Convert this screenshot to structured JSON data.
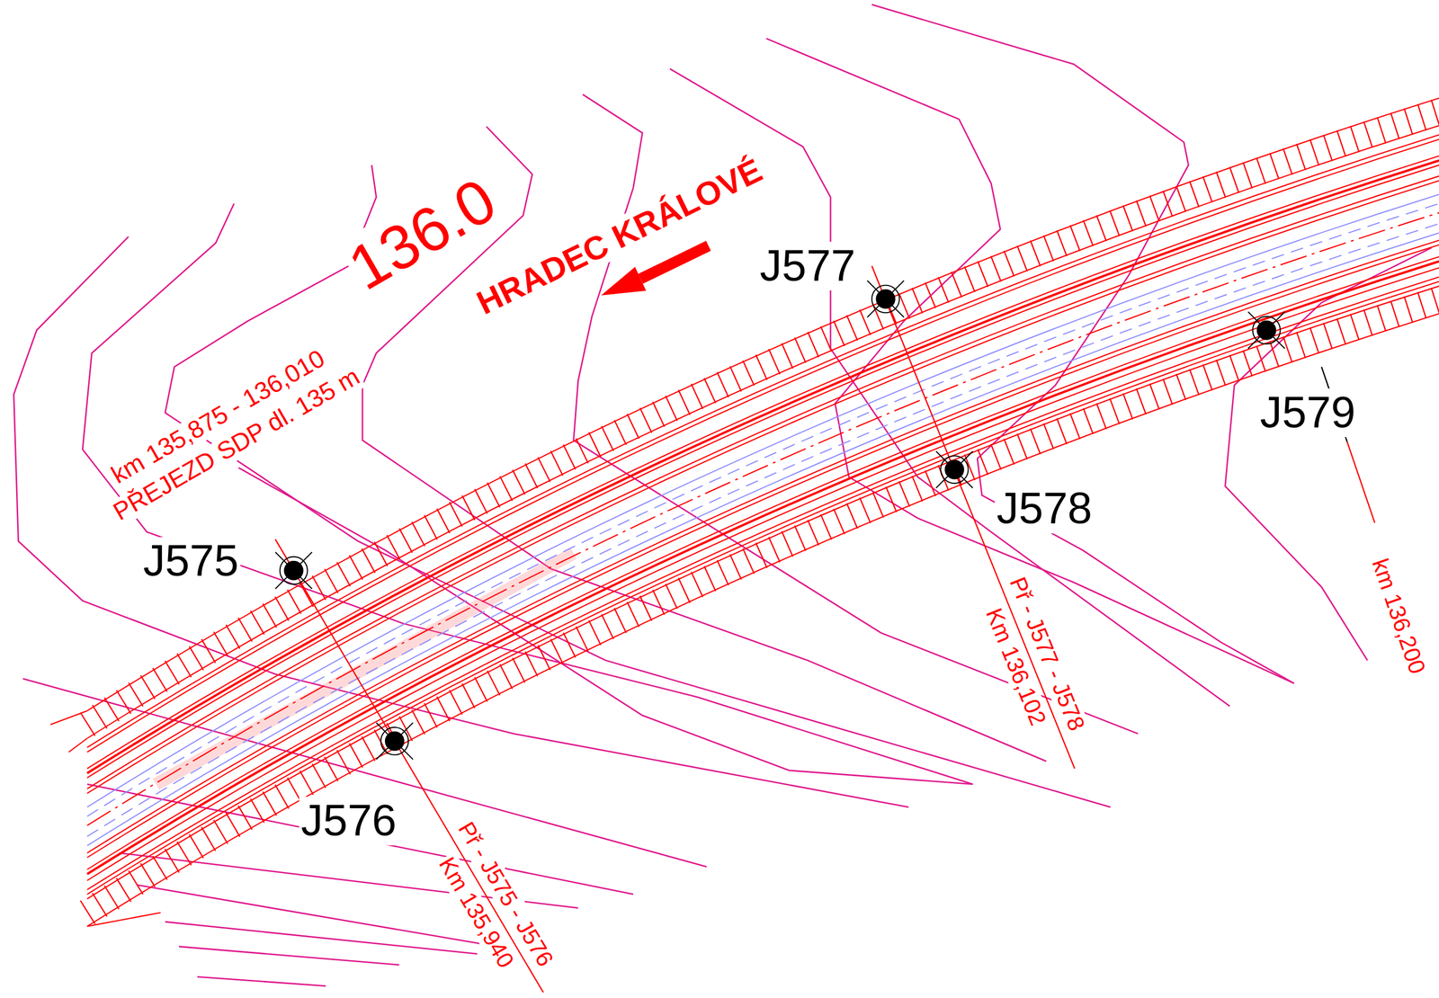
{
  "diagram": {
    "labels": [
      "136.0",
      "HRADEC KRÁLOVÉ",
      "J577",
      "km 135,875 - 136,010",
      "PŘEJEZD SDP dl. 135 m",
      "J579",
      "J578",
      "J575",
      "Př - J577 - J578",
      "Km 136,102",
      "km 136,200",
      "J576",
      "Př - J575 - J576",
      "Km 135,940"
    ]
  }
}
